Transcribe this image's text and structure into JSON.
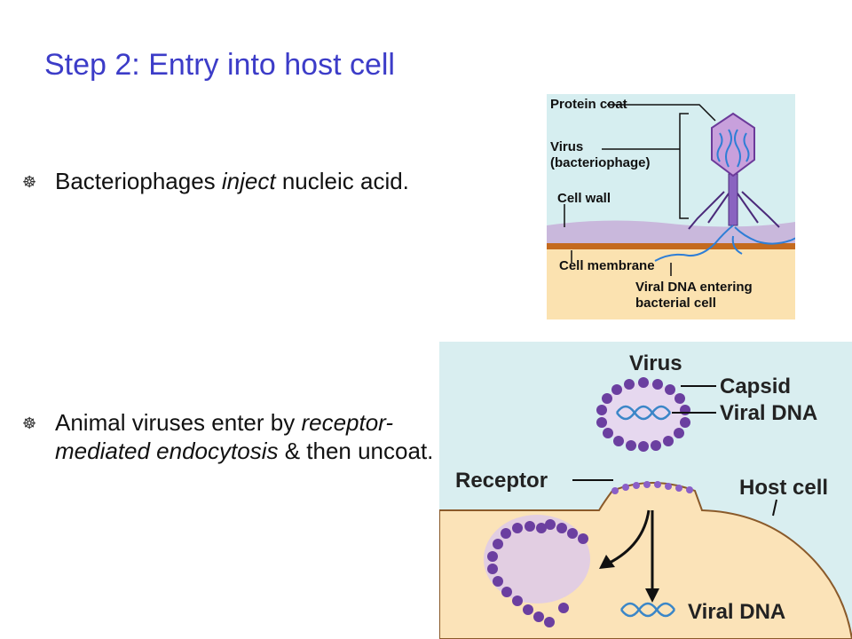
{
  "slide": {
    "title": "Step 2: Entry into host cell",
    "bullets": [
      {
        "before": "Bacteriophages ",
        "italic": "inject",
        "after": " nucleic acid."
      },
      {
        "before": "Animal viruses enter by ",
        "italic": "receptor-mediated endocytosis",
        "after": " & then uncoat."
      }
    ]
  },
  "phage_diagram": {
    "labels": {
      "protein_coat": "Protein coat",
      "virus_1": "Virus",
      "virus_2": "(bacteriophage)",
      "cell_wall": "Cell wall",
      "cell_membrane": "Cell membrane",
      "viral_dna_1": "Viral DNA entering",
      "viral_dna_2": "bacterial cell"
    }
  },
  "endocytosis_diagram": {
    "labels": {
      "virus": "Virus",
      "capsid": "Capsid",
      "viral_dna": "Viral DNA",
      "receptor": "Receptor",
      "host_cell": "Host cell",
      "viral_dna_bottom": "Viral DNA"
    }
  },
  "colors": {
    "title": "#3c3cc8",
    "capsid": "#7b3fa0",
    "dna": "#3a86c8",
    "cytoplasm": "#fbe3b8",
    "background_panel": "#d9eef0"
  }
}
